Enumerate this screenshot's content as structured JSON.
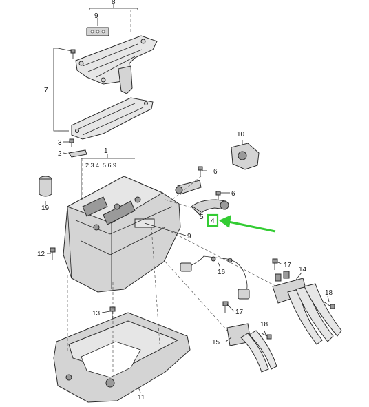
{
  "labels": {
    "l1": "1",
    "l1_sub": "2.3.4 .5.6.9",
    "l2": "2",
    "l3": "3",
    "l4": "4",
    "l5": "5",
    "l6a": "6",
    "l6b": "6",
    "l7": "7",
    "l8": "8",
    "l9a": "9",
    "l9b": "9",
    "l10": "10",
    "l11": "11",
    "l12": "12",
    "l13": "13",
    "l14": "14",
    "l15": "15",
    "l16": "16",
    "l17a": "17",
    "l17b": "17",
    "l18a": "18",
    "l18b": "18",
    "l19": "19"
  },
  "colors": {
    "highlight_box": "#33cc33",
    "arrow": "#33cc33",
    "part_fill": "#d4d4d4",
    "line": "#222222"
  }
}
